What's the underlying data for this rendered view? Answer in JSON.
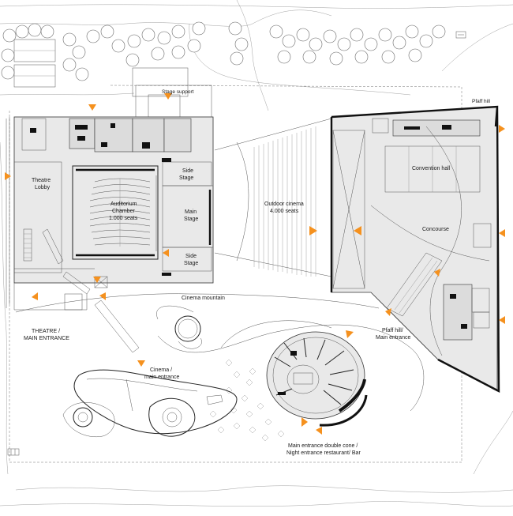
{
  "labels": {
    "stage_support": "Stage support",
    "pfaff_hill": "Pfaff hill",
    "theatre_lobby_1": "Theatre",
    "theatre_lobby_2": "Lobby",
    "side_stage_top_1": "Side",
    "side_stage_top_2": "Stage",
    "side_stage_bottom_1": "Side",
    "side_stage_bottom_2": "Stage",
    "main_stage_1": "Main",
    "main_stage_2": "Stage",
    "auditorium_1": "Auditorium",
    "auditorium_2": "Chamber",
    "auditorium_3": "1.000 seats",
    "outdoor_cinema_1": "Outdoor cinema",
    "outdoor_cinema_2": "4.000 seats",
    "convention_hall": "Convention hall",
    "concourse": "Concourse",
    "cinema_mountain": "Cinema mountain",
    "theatre_entrance_1": "THEATRE /",
    "theatre_entrance_2": "MAIN ENTRANCE",
    "pfaff_entrance_1": "Pfaff hill/",
    "pfaff_entrance_2": "Main entrance",
    "cinema_entrance_1": "Cinema /",
    "cinema_entrance_2": "main entrance",
    "double_cone_1": "Main entrance double cone /",
    "double_cone_2": "Night entrance restaurant/ Bar"
  },
  "colors": {
    "entrance_arrow": "#f5911e",
    "linework": "#222222",
    "floor_fill": "#e9e9e9"
  },
  "icons": {
    "north_arrow": "north-arrow-icon",
    "scale_bar": "scale-bar-icon",
    "entrance_marker": "entrance-arrow-icon"
  }
}
